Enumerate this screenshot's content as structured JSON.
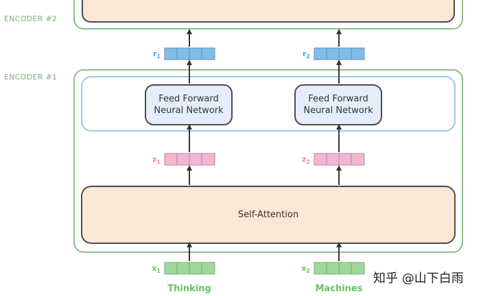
{
  "encoders": [
    {
      "label": "ENCODER #2"
    },
    {
      "label": "ENCODER #1"
    }
  ],
  "feed_forward": {
    "line1": "Feed Forward",
    "line2": "Neural Network"
  },
  "self_attention": {
    "label": "Self-Attention"
  },
  "columns": [
    {
      "word": "Thinking",
      "x_label": "x",
      "x_sub": "1",
      "z_label": "z",
      "z_sub": "1",
      "r_label": "r",
      "r_sub": "1"
    },
    {
      "word": "Machines",
      "x_label": "x",
      "x_sub": "2",
      "z_label": "z",
      "z_sub": "2",
      "r_label": "r",
      "r_sub": "2"
    }
  ],
  "watermark": "知乎 @山下白雨",
  "colors": {
    "encoder_border": "#8fba8c",
    "encoder_label": "#7fb07b",
    "ffn_container_border": "#9cc9e6",
    "ffn_box_fill": "#e4eefb",
    "self_attention_fill": "#fbe7d5",
    "box_border": "#4a4a4a",
    "vector_x": "#9fd89a",
    "vector_z": "#f2b6d2",
    "vector_r": "#7fbde9",
    "label_x": "#6cbf66",
    "label_z": "#e58ab5",
    "label_r": "#4aa2dd",
    "arrow": "#333333"
  }
}
